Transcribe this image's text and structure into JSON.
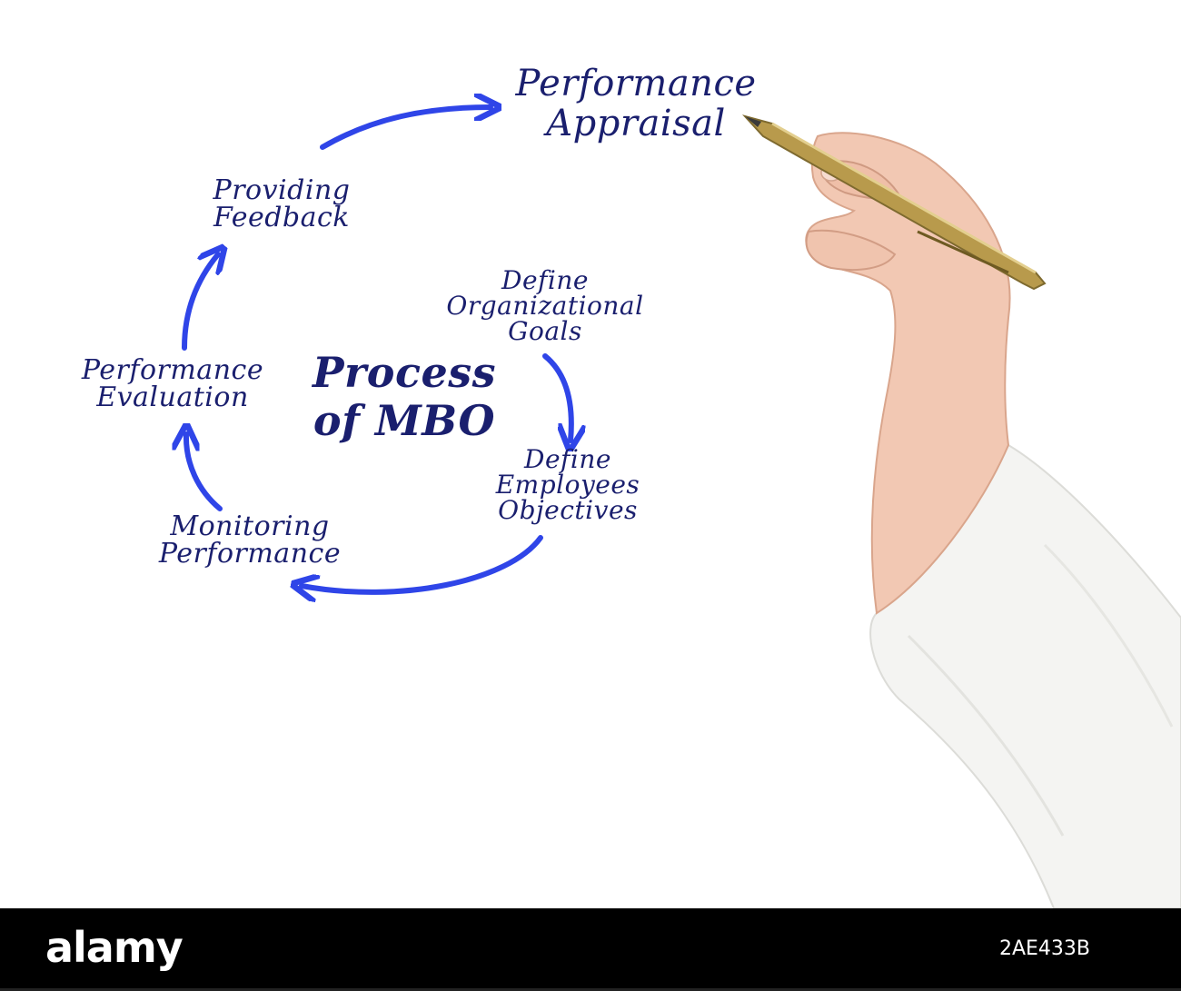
{
  "diagram": {
    "center_title": "Process\nof MBO",
    "steps": [
      {
        "label": "Define\nOrganizational\nGoals"
      },
      {
        "label": "Define\nEmployees\nObjectives"
      },
      {
        "label": "Monitoring\nPerformance"
      },
      {
        "label": "Performance\nEvaluation"
      },
      {
        "label": "Providing\nFeedback"
      },
      {
        "label": "Performance\nAppraisal"
      }
    ]
  },
  "colors": {
    "text": "#1a1f6e",
    "arrow": "#2f45e8",
    "footer_bg": "#000000"
  },
  "footer": {
    "logo": "alamy",
    "image_id": "2AE433B"
  },
  "scene": {
    "hand_icon": "hand-holding-pen-icon"
  }
}
